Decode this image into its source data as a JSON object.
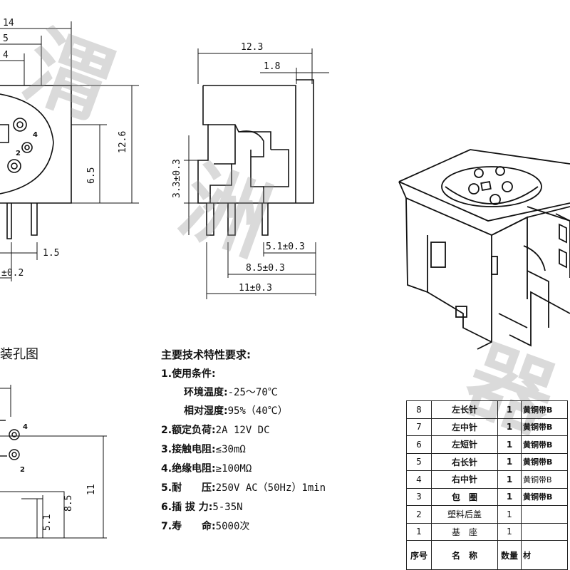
{
  "drawing_titles": {
    "mounting_hole": "装孔图",
    "spec_title": "主要技术特性要求:"
  },
  "front_view_dims": {
    "d14": "14",
    "d5": "5",
    "d4": "4",
    "d12_6": "12.6",
    "d6_5": "6.5",
    "d1_5": "1.5",
    "d_tol_0_2": "±0.2"
  },
  "side_view_dims": {
    "d12_3": "12.3",
    "d1_8": "1.8",
    "d3_3": "3.3±0.3",
    "d5_1": "5.1±0.3",
    "d8_5": "8.5±0.3",
    "d11": "11±0.3"
  },
  "hole_view_dims": {
    "pin4": "4",
    "pin2": "2",
    "d5_1": "5.1",
    "d8_5": "8.5",
    "d11": "11"
  },
  "front_pins": {
    "p4": "4",
    "p2": "2"
  },
  "specs": [
    {
      "num": "1.",
      "label": "使用条件:",
      "value": ""
    },
    {
      "num": "",
      "label": "环境温度:",
      "value": "-25～70℃"
    },
    {
      "num": "",
      "label": "相对湿度:",
      "value": "95%（40℃）"
    },
    {
      "num": "2.",
      "label": "额定负荷:",
      "value": "2A 12V DC"
    },
    {
      "num": "3.",
      "label": "接触电阻:",
      "value": "≤30mΩ"
    },
    {
      "num": "4.",
      "label": "绝缘电阻:",
      "value": "≥100MΩ"
    },
    {
      "num": "5.",
      "label": "耐　　压:",
      "value": "250V AC（50Hz）1min"
    },
    {
      "num": "6.",
      "label": "插 拔 力:",
      "value": "5-35N"
    },
    {
      "num": "7.",
      "label": "寿　　命:",
      "value": "5000次"
    }
  ],
  "bom": {
    "rows": [
      {
        "no": "8",
        "name": "左长针",
        "qty": "1",
        "material": "黄铜带B"
      },
      {
        "no": "7",
        "name": "左中针",
        "qty": "1",
        "material": "黄铜带B"
      },
      {
        "no": "6",
        "name": "左短针",
        "qty": "1",
        "material": "黄铜带B"
      },
      {
        "no": "5",
        "name": "右长针",
        "qty": "1",
        "material": "黄铜带B"
      },
      {
        "no": "4",
        "name": "右中针",
        "qty": "1",
        "material": "黄铜带B"
      },
      {
        "no": "3",
        "name": "包　圈",
        "qty": "1",
        "material": "黄铜带B"
      },
      {
        "no": "2",
        "name": "塑料后盖",
        "qty": "1",
        "material": ""
      },
      {
        "no": "1",
        "name": "基　座",
        "qty": "1",
        "material": ""
      }
    ],
    "header": {
      "no": "序号",
      "name": "名　称",
      "qty": "数量",
      "material": "材"
    }
  },
  "colors": {
    "line": "#111111",
    "watermark": "#999999"
  }
}
